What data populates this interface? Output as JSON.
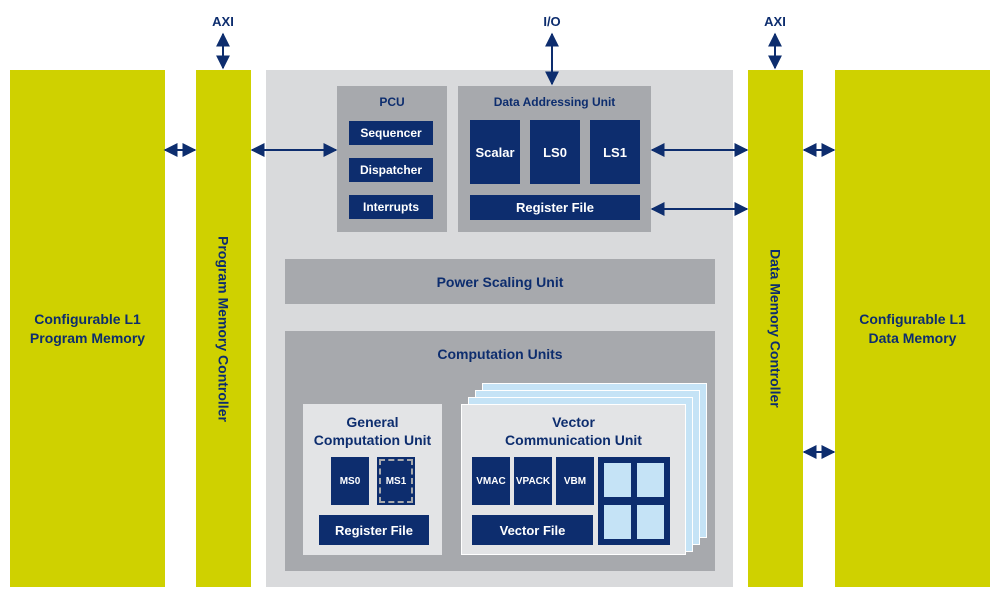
{
  "top_labels": {
    "axi_left": "AXI",
    "io": "I/O",
    "axi_right": "AXI"
  },
  "program_memory": {
    "line1": "Configurable L1",
    "line2": "Program Memory"
  },
  "program_memory_controller": {
    "label": "Program Memory Controller"
  },
  "data_memory_controller": {
    "label": "Data Memory Controller"
  },
  "data_memory": {
    "line1": "Configurable L1",
    "line2": "Data Memory"
  },
  "pcu": {
    "title": "PCU",
    "items": [
      "Sequencer",
      "Dispatcher",
      "Interrupts"
    ]
  },
  "dau": {
    "title": "Data Addressing Unit",
    "units": [
      "Scalar",
      "LS0",
      "LS1"
    ],
    "register_file": "Register File"
  },
  "power_scaling": {
    "label": "Power Scaling Unit"
  },
  "computation": {
    "title": "Computation Units",
    "general": {
      "line1": "General",
      "line2": "Computation Unit",
      "units": [
        "MS0",
        "MS1"
      ],
      "register_file": "Register File"
    },
    "vector": {
      "line1": "Vector",
      "line2": "Communication Unit",
      "units": [
        "VMAC",
        "VPACK",
        "VBM"
      ],
      "vector_file": "Vector File"
    }
  },
  "colors": {
    "yellow": "#cfd100",
    "navy": "#0d2d6e",
    "gray_outer": "#d9dadc",
    "gray_mid": "#a7a9ad",
    "light_blue": "#c5e3f6"
  }
}
